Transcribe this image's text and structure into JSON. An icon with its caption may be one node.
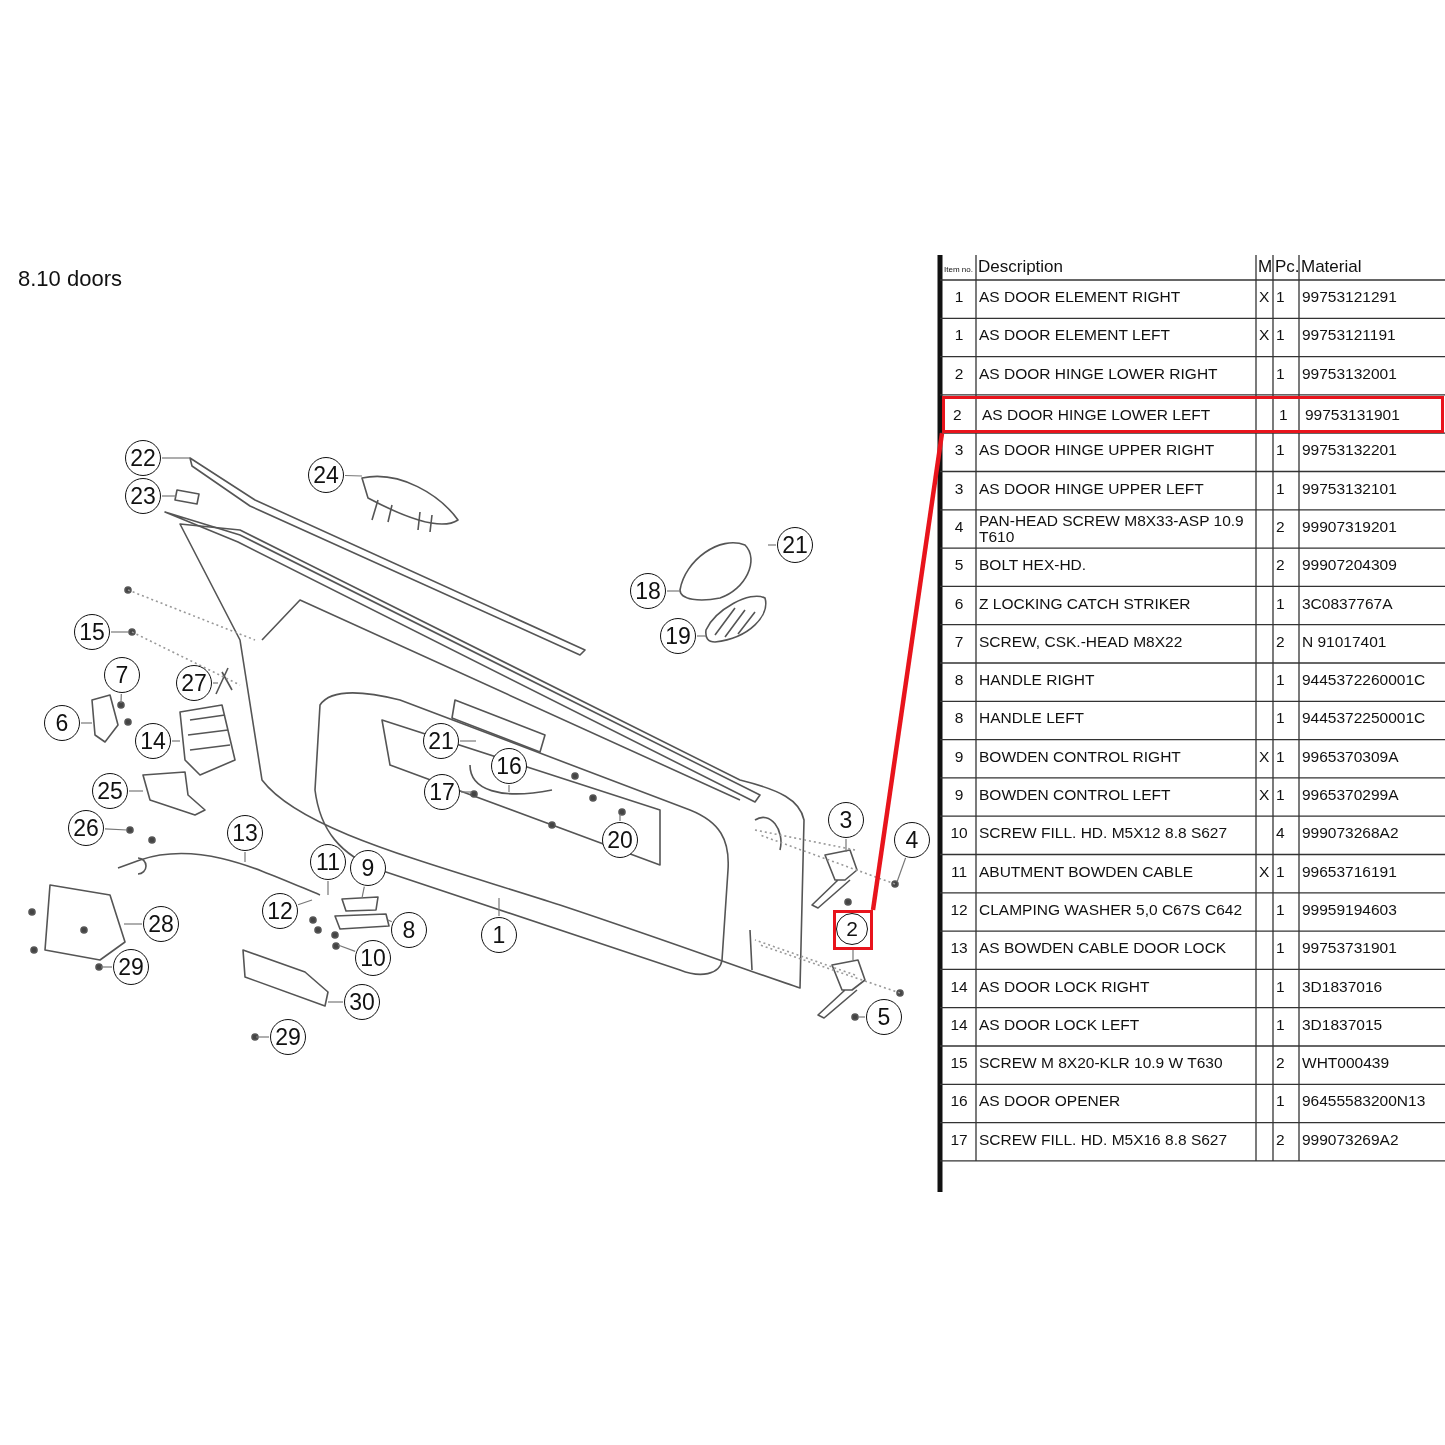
{
  "diagram": {
    "title": "8.10 doors",
    "nodes": [
      {
        "text": [
          "22"
        ]
      },
      {
        "text": [
          "24"
        ]
      },
      {
        "text": [
          "23"
        ]
      },
      {
        "text": [
          "21"
        ]
      },
      {
        "text": [
          "18"
        ]
      },
      {
        "text": [
          "15"
        ]
      },
      {
        "text": [
          "19"
        ]
      },
      {
        "text": [
          "7"
        ]
      },
      {
        "text": [
          "27"
        ]
      },
      {
        "text": [
          "6"
        ]
      },
      {
        "text": [
          "21"
        ]
      },
      {
        "text": [
          "14"
        ]
      },
      {
        "text": [
          "16"
        ]
      },
      {
        "text": [
          "25"
        ]
      },
      {
        "text": [
          "17"
        ]
      },
      {
        "text": [
          "3"
        ]
      },
      {
        "text": [
          "26"
        ]
      },
      {
        "text": [
          "13"
        ]
      },
      {
        "text": [
          "4"
        ]
      },
      {
        "text": [
          "20"
        ]
      },
      {
        "text": [
          "11"
        ]
      },
      {
        "text": [
          "9"
        ]
      },
      {
        "text": [
          "12"
        ]
      },
      {
        "text": [
          "28"
        ]
      },
      {
        "text": [
          "8"
        ]
      },
      {
        "text": [
          "2"
        ]
      },
      {
        "text": [
          "1"
        ]
      },
      {
        "text": [
          "10"
        ]
      },
      {
        "text": [
          "29"
        ]
      },
      {
        "text": [
          "30"
        ]
      },
      {
        "text": [
          "5"
        ]
      },
      {
        "text": [
          "29"
        ]
      },
      {
        "text": [
          "2",
          "AS DOOR HINGE LOWER LEFT",
          "1",
          "99753131901"
        ]
      }
    ],
    "edges": [
      {
        "from": 0,
        "to": null,
        "arrow": "none"
      },
      {
        "from": 1,
        "to": null,
        "arrow": "none"
      },
      {
        "from": 2,
        "to": null,
        "arrow": "none"
      },
      {
        "from": 3,
        "to": null,
        "arrow": "none"
      },
      {
        "from": 4,
        "to": null,
        "arrow": "none"
      },
      {
        "from": 5,
        "to": null,
        "arrow": "none"
      },
      {
        "from": 6,
        "to": null,
        "arrow": "none"
      },
      {
        "from": 7,
        "to": null,
        "arrow": "none"
      },
      {
        "from": 8,
        "to": null,
        "arrow": "none"
      },
      {
        "from": 9,
        "to": null,
        "arrow": "none"
      },
      {
        "from": 10,
        "to": null,
        "arrow": "none"
      },
      {
        "from": 11,
        "to": null,
        "arrow": "none"
      },
      {
        "from": 12,
        "to": null,
        "arrow": "none"
      },
      {
        "from": 13,
        "to": null,
        "arrow": "none"
      },
      {
        "from": 14,
        "to": null,
        "arrow": "none"
      },
      {
        "from": 15,
        "to": null,
        "arrow": "none"
      },
      {
        "from": 16,
        "to": null,
        "arrow": "none"
      },
      {
        "from": 17,
        "to": null,
        "arrow": "none"
      },
      {
        "from": 18,
        "to": null,
        "arrow": "none"
      },
      {
        "from": 19,
        "to": null,
        "arrow": "none"
      },
      {
        "from": 20,
        "to": null,
        "arrow": "none"
      },
      {
        "from": 21,
        "to": null,
        "arrow": "none"
      },
      {
        "from": 22,
        "to": null,
        "arrow": "none"
      },
      {
        "from": 23,
        "to": null,
        "arrow": "none"
      },
      {
        "from": 24,
        "to": null,
        "arrow": "none"
      },
      {
        "from": 25,
        "to": null,
        "arrow": "none"
      },
      {
        "from": 26,
        "to": null,
        "arrow": "none"
      },
      {
        "from": 27,
        "to": null,
        "arrow": "none"
      },
      {
        "from": 28,
        "to": null,
        "arrow": "none"
      },
      {
        "from": 29,
        "to": null,
        "arrow": "none"
      },
      {
        "from": 30,
        "to": null,
        "arrow": "none"
      },
      {
        "from": 31,
        "to": null,
        "arrow": "none"
      },
      {
        "from": 25,
        "to": 32,
        "arrow": "none",
        "style": "thick",
        "color": "#e8141c"
      }
    ],
    "labels": [
      "Item no.",
      "Description",
      "M",
      "Pc.",
      "Material",
      "1",
      "AS DOOR ELEMENT RIGHT",
      "X",
      "1",
      "99753121291",
      "1",
      "AS DOOR ELEMENT LEFT",
      "X",
      "1",
      "99753121191",
      "2",
      "AS DOOR HINGE LOWER RIGHT",
      "1",
      "99753132001",
      "3",
      "AS DOOR HINGE UPPER RIGHT",
      "1",
      "99753132201",
      "3",
      "AS DOOR HINGE UPPER LEFT",
      "1",
      "99753132101",
      "4",
      "PAN-HEAD SCREW M8X33-ASP 10.9 T610",
      "2",
      "99907319201",
      "5",
      "BOLT HEX-HD.",
      "2",
      "99907204309",
      "6",
      "Z LOCKING CATCH STRIKER",
      "1",
      "3C0837767A",
      "7",
      "SCREW, CSK.-HEAD M8X22",
      "2",
      "N 91017401",
      "8",
      "HANDLE RIGHT",
      "1",
      "9445372260001C",
      "8",
      "HANDLE LEFT",
      "1",
      "9445372250001C",
      "9",
      "BOWDEN CONTROL RIGHT",
      "X",
      "1",
      "9965370309A",
      "9",
      "BOWDEN CONTROL LEFT",
      "X",
      "1",
      "9965370299A",
      "10",
      "SCREW FILL. HD. M5X12 8.8 S627",
      "4",
      "999073268A2",
      "11",
      "ABUTMENT BOWDEN CABLE",
      "X",
      "1",
      "99653716191",
      "12",
      "CLAMPING WASHER 5,0 C67S C642",
      "1",
      "99959194603",
      "13",
      "AS BOWDEN CABLE DOOR LOCK",
      "1",
      "99753731901",
      "14",
      "AS DOOR LOCK RIGHT",
      "1",
      "3D1837016",
      "14",
      "AS DOOR LOCK LEFT",
      "1",
      "3D1837015",
      "15",
      "SCREW M 8X20-KLR 10.9 W T630",
      "2",
      "WHT000439",
      "16",
      "AS DOOR OPENER",
      "1",
      "96455583200N13",
      "17",
      "SCREW FILL. HD. M5X16 8.8 S627",
      "2",
      "999073269A2"
    ]
  }
}
